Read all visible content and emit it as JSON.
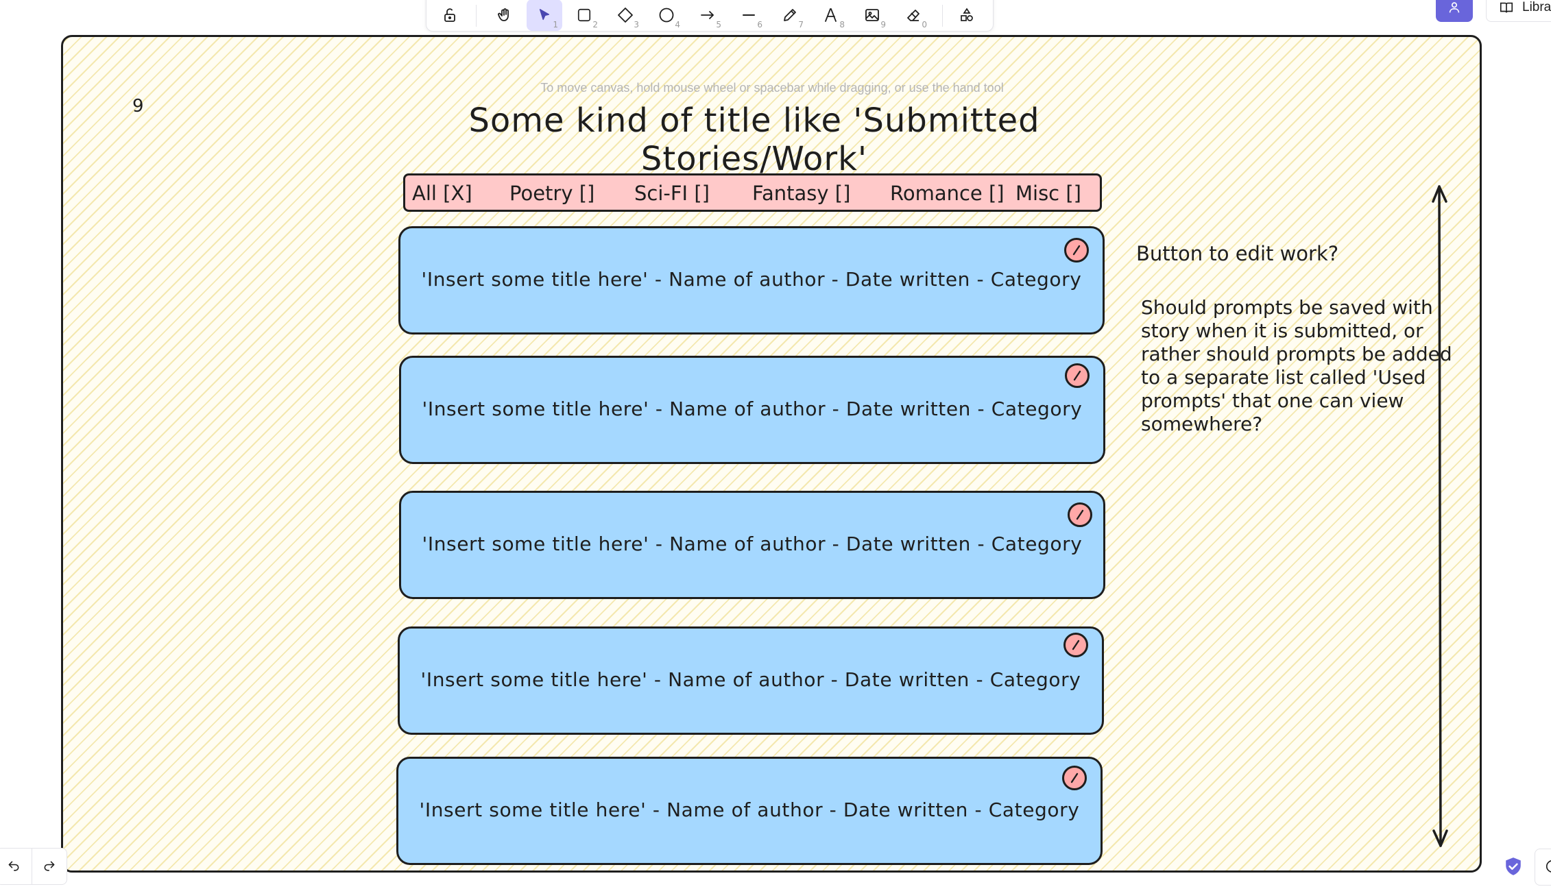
{
  "toolbar": {
    "tools": [
      {
        "name": "lock",
        "key": ""
      },
      {
        "name": "hand",
        "key": ""
      },
      {
        "name": "selection",
        "key": "1",
        "active": true
      },
      {
        "name": "rectangle",
        "key": "2"
      },
      {
        "name": "diamond",
        "key": "3"
      },
      {
        "name": "ellipse",
        "key": "4"
      },
      {
        "name": "arrow",
        "key": "5"
      },
      {
        "name": "line",
        "key": "6"
      },
      {
        "name": "draw",
        "key": "7"
      },
      {
        "name": "text",
        "key": "8"
      },
      {
        "name": "image",
        "key": "9"
      },
      {
        "name": "eraser",
        "key": "0"
      },
      {
        "name": "more-shapes",
        "key": ""
      }
    ]
  },
  "header": {
    "library_label": "Librar"
  },
  "canvas": {
    "hint": "To move canvas, hold mouse wheel or spacebar while dragging, or use the hand tool",
    "corner_number": "9",
    "title": "Some kind of title like 'Submitted Stories/Work'",
    "filters": [
      "All [X]",
      "Poetry []",
      "Sci-FI []",
      "Fantasy []",
      "Romance []",
      "Misc []"
    ],
    "cards": [
      "'Insert some title here' - Name of author - Date written - Category",
      "'Insert some title here' - Name of author - Date written - Category",
      "'Insert some title here' - Name of author - Date written - Category",
      "'Insert some title here' - Name of author - Date written - Category",
      "'Insert some title here' - Name of author - Date written - Category"
    ],
    "note_edit": "Button to edit work?",
    "note_prompts": "Should prompts be saved with story when it is submitted, or rather should prompts be added to a separate list called 'Used prompts' that one can view somewhere?"
  },
  "colors": {
    "accent": "#6965db",
    "card_fill": "#a5d8ff",
    "filter_fill": "#ffc9c9",
    "edit_button_fill": "#ffa8a8",
    "frame_fill": "#fffdf2"
  }
}
